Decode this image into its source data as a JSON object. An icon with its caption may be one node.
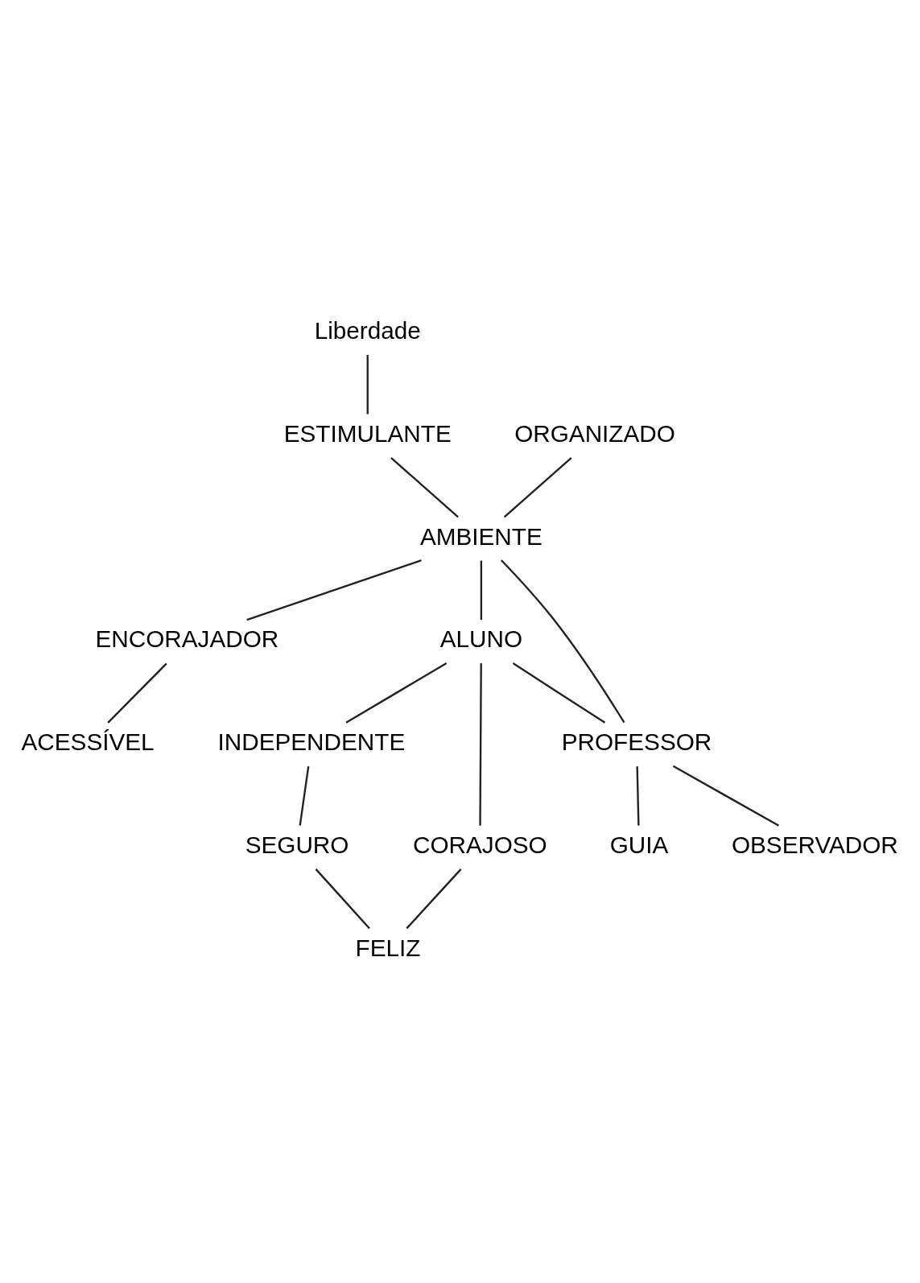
{
  "diagram": {
    "nodes": [
      {
        "text": [
          "Liberdade"
        ]
      },
      {
        "text": [
          "ESTIMULANTE"
        ]
      },
      {
        "text": [
          "ORGANIZADO"
        ]
      },
      {
        "text": [
          "AMBIENTE"
        ]
      },
      {
        "text": [
          "ENCORAJADOR"
        ]
      },
      {
        "text": [
          "ACESSÍVEL"
        ]
      },
      {
        "text": [
          "INDEPENDENTE"
        ]
      },
      {
        "text": [
          "ALUNO"
        ]
      },
      {
        "text": [
          "CORAJOSO"
        ]
      },
      {
        "text": [
          "PROFESSOR"
        ]
      },
      {
        "text": [
          "GUIA"
        ]
      },
      {
        "text": [
          "SEGURO"
        ]
      },
      {
        "text": [
          "FELIZ"
        ]
      },
      {
        "text": [
          "OBSERVADOR"
        ]
      }
    ],
    "edges": [
      {
        "from": 0,
        "to": 1,
        "arrow": "none"
      },
      {
        "from": 1,
        "to": 3,
        "arrow": "none"
      },
      {
        "from": 2,
        "to": 3,
        "arrow": "none"
      },
      {
        "from": 3,
        "to": 4,
        "arrow": "none"
      },
      {
        "from": 4,
        "to": 5,
        "arrow": "none"
      },
      {
        "from": 3,
        "to": 7,
        "arrow": "none"
      },
      {
        "from": 3,
        "to": 9,
        "arrow": "none"
      },
      {
        "from": 7,
        "to": 9,
        "arrow": "none"
      },
      {
        "from": 7,
        "to": 6,
        "arrow": "none"
      },
      {
        "from": 7,
        "to": 8,
        "arrow": "none"
      },
      {
        "from": 6,
        "to": 11,
        "arrow": "none"
      },
      {
        "from": 11,
        "to": 12,
        "arrow": "none"
      },
      {
        "from": 8,
        "to": 12,
        "arrow": "none"
      },
      {
        "from": 9,
        "to": 10,
        "arrow": "none"
      },
      {
        "from": 9,
        "to": 13,
        "arrow": "none"
      }
    ]
  }
}
